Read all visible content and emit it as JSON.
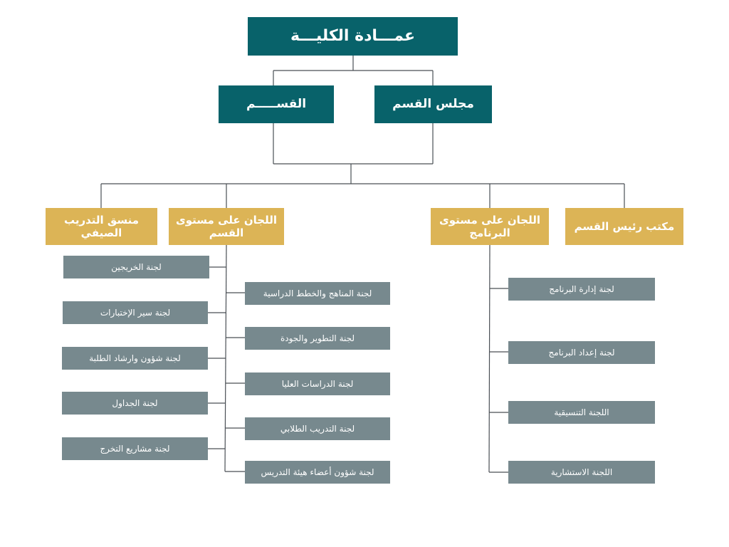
{
  "colors": {
    "primary": "#08626a",
    "secondary": "#dcb456",
    "tertiary": "#77898e",
    "line": "#4a4f55"
  },
  "top": {
    "title": "عمـــادة الكليـــة"
  },
  "level2": {
    "council": "مجلس القسم",
    "department": "القســـــم"
  },
  "level3": {
    "head_office": "مكتب رئيس القسم",
    "program_committees": "اللجان على مستوى البرنامج",
    "department_committees": "اللجان على مستوى القسم",
    "summer_training": "منسق التدريب الصيفي"
  },
  "program_committees": [
    "لجنة إدارة البرنامج",
    "لجنة إعداد البرنامج",
    "اللجنة التنسيقية",
    "اللجنة الاستشارية"
  ],
  "department_committees": [
    "لجنة المناهج والخطط الدراسية",
    "لجنة التطوير والجودة",
    "لجنة الدراسات العليا",
    "لجنة التدريب الطلابي",
    "لجنة شؤون أعضاء هيئة التدريس"
  ],
  "department_committees_side": [
    "لجنة الخريجين",
    "لجنة سير الإختبارات",
    "لجنة شؤون وارشاد الطلبة",
    "لجنة الجداول",
    "لجنة مشاريع التخرج"
  ]
}
